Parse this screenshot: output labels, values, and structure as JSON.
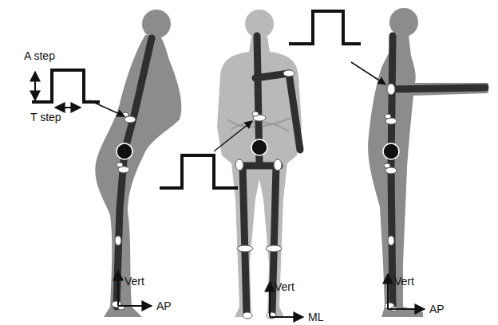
{
  "diagram": {
    "labels": [
      "A step",
      "T step",
      "Vert",
      "AP",
      "Vert",
      "ML",
      "Vert",
      "AP"
    ]
  }
}
